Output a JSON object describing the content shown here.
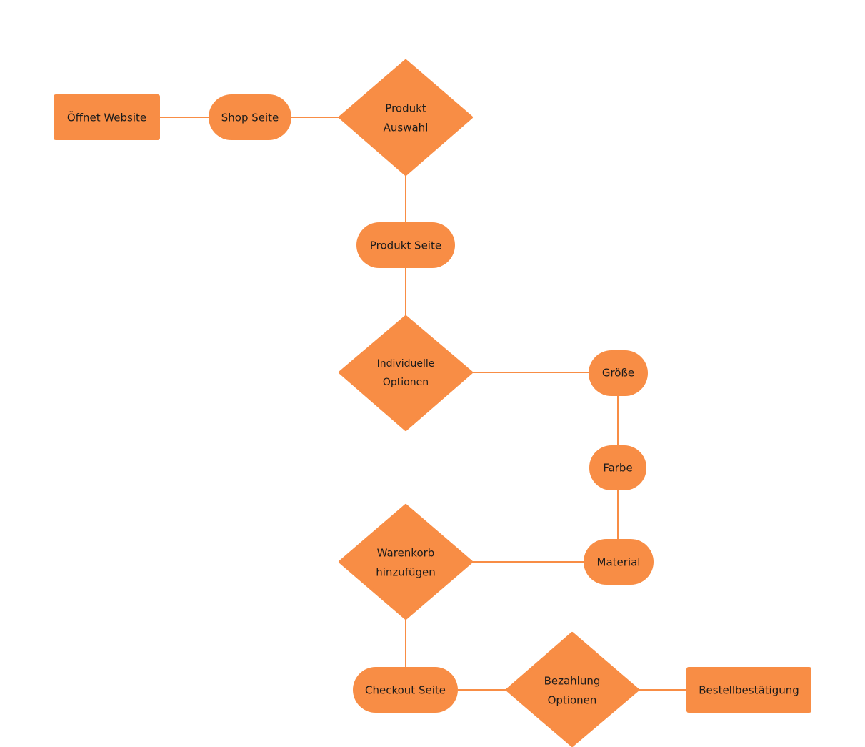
{
  "colors": {
    "node_fill": "#f88d45",
    "edge": "#f88d45",
    "text": "#1b1b1b",
    "background": "#ffffff"
  },
  "nodes": {
    "oeffnet_website": {
      "shape": "rect",
      "label": "Öffnet Website"
    },
    "shop_seite": {
      "shape": "pill",
      "label": "Shop Seite"
    },
    "produkt_auswahl": {
      "shape": "diamond",
      "line1": "Produkt",
      "line2": "Auswahl"
    },
    "produkt_seite": {
      "shape": "pill",
      "label": "Produkt Seite"
    },
    "individuelle_optionen": {
      "shape": "diamond",
      "line1": "Individuelle",
      "line2": "Optionen"
    },
    "groesse": {
      "shape": "pill",
      "label": "Größe"
    },
    "farbe": {
      "shape": "pill",
      "label": "Farbe"
    },
    "material": {
      "shape": "pill",
      "label": "Material"
    },
    "warenkorb": {
      "shape": "diamond",
      "line1": "Warenkorb",
      "line2": "hinzufügen"
    },
    "checkout_seite": {
      "shape": "pill",
      "label": "Checkout Seite"
    },
    "bezahlung_optionen": {
      "shape": "diamond",
      "line1": "Bezahlung",
      "line2": "Optionen"
    },
    "bestellbestaetigung": {
      "shape": "rect",
      "label": "Bestellbestätigung"
    }
  },
  "edges": [
    [
      "oeffnet_website",
      "shop_seite"
    ],
    [
      "shop_seite",
      "produkt_auswahl"
    ],
    [
      "produkt_auswahl",
      "produkt_seite"
    ],
    [
      "produkt_seite",
      "individuelle_optionen"
    ],
    [
      "individuelle_optionen",
      "groesse"
    ],
    [
      "groesse",
      "farbe"
    ],
    [
      "farbe",
      "material"
    ],
    [
      "material",
      "warenkorb"
    ],
    [
      "warenkorb",
      "checkout_seite"
    ],
    [
      "checkout_seite",
      "bezahlung_optionen"
    ],
    [
      "bezahlung_optionen",
      "bestellbestaetigung"
    ]
  ]
}
